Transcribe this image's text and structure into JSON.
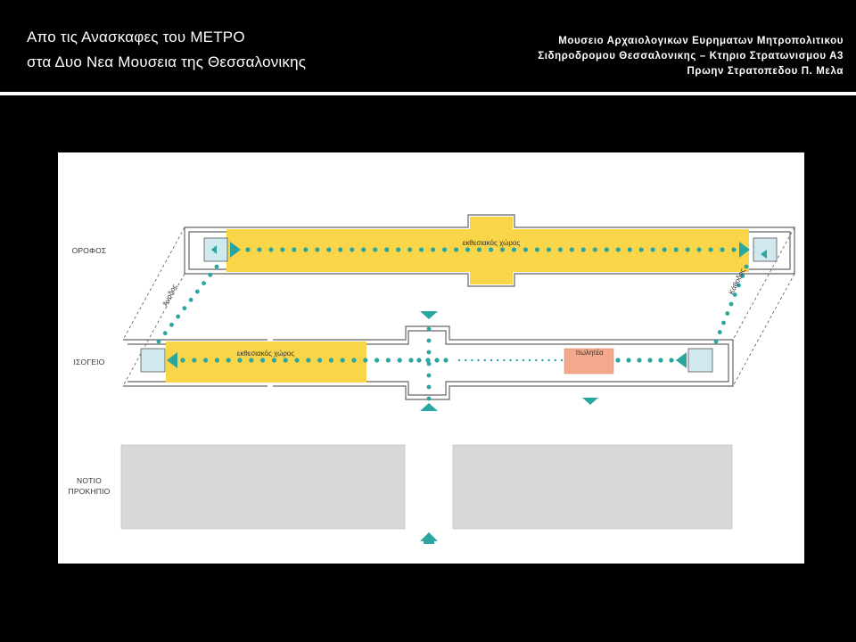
{
  "header": {
    "title_line1": "Απο τις Ανασκαφες του ΜΕΤΡΟ",
    "title_line2": "στα Δυο Νεα Μουσεια της Θεσσαλονικης",
    "subtitle_line1": "Μουσειο Αρχαιολογικων Ευρηματων Μητροπολιτικου",
    "subtitle_line2": "Σιδηροδρομου Θεσσαλονικης – Κτηριο Στρατωνισμου Α3",
    "subtitle_line3": "Πρωην Στρατοπεδου Π. Μελα"
  },
  "diagram": {
    "floors": {
      "upper": "ΟΡΟΦΟΣ",
      "ground": "ΙΣΟΓΕΙΟ",
      "forecourt_line1": "ΝΟΤΙΟ",
      "forecourt_line2": "ΠΡΟΚΗΠΙΟ"
    },
    "areas": {
      "upper_exhibition": "εκθεσιακός χώρος",
      "ground_exhibition": "εκθεσιακός χώρος",
      "shop": "πωλητέα"
    },
    "paths": {
      "ascent": "Άνοδος",
      "descent": "Κάθοδος"
    },
    "colors": {
      "exhibition": "#f9d54a",
      "shop": "#f4a98c",
      "route": "#2aa5a0",
      "box": "#cfe9ee",
      "forecourt": "#d6d9d8",
      "wall": "#666666"
    }
  }
}
